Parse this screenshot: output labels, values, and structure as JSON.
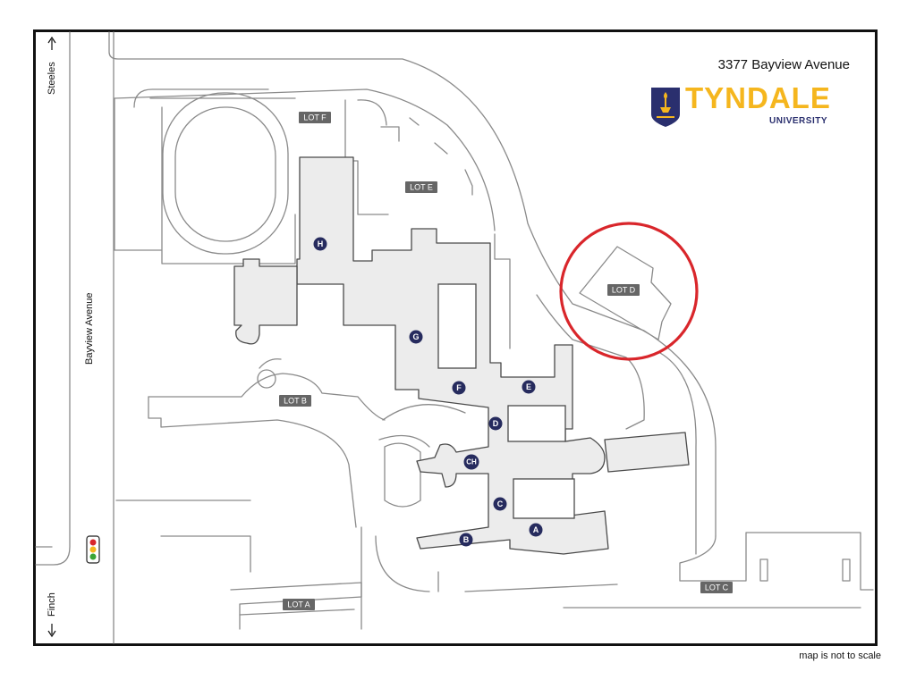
{
  "header": {
    "address": "3377 Bayview Avenue",
    "brand_name": "TYNDALE",
    "brand_sub": "UNIVERSITY"
  },
  "streets": {
    "main_road": "Bayview Avenue",
    "north": "Steeles",
    "south": "Finch"
  },
  "lots": {
    "a": "LOT A",
    "b": "LOT B",
    "c": "LOT C",
    "d": "LOT D",
    "e": "LOT E",
    "f": "LOT F"
  },
  "buildings": {
    "a": "A",
    "b": "B",
    "c": "C",
    "ch": "CH",
    "d": "D",
    "e": "E",
    "f": "F",
    "g": "G",
    "h": "H"
  },
  "footnote": "map is not to scale",
  "colors": {
    "brand_gold": "#f5b61e",
    "brand_navy": "#2a2f6e",
    "marker_navy": "#262b5e",
    "highlight_red": "#d9262b",
    "building_fill": "#ececec",
    "lot_tag": "#666666"
  },
  "traffic_light": {
    "lights": [
      "red",
      "yellow",
      "green"
    ]
  },
  "highlight": {
    "target": "LOT D"
  }
}
